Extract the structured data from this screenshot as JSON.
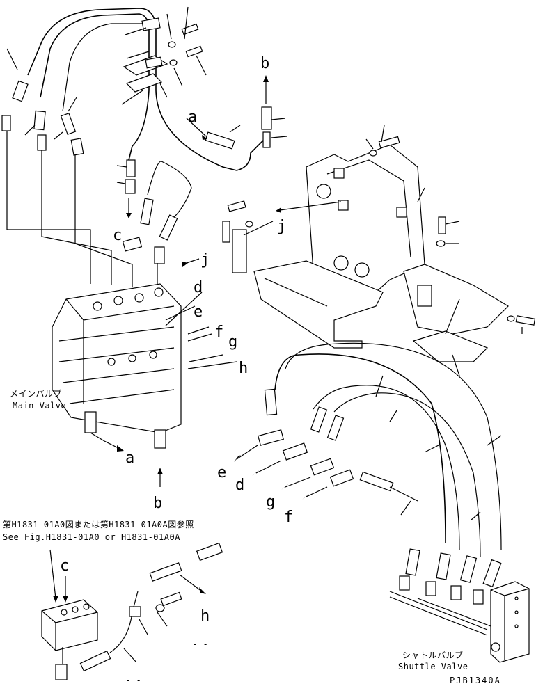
{
  "labels": {
    "a": "a",
    "b": "b",
    "c": "c",
    "d": "d",
    "e": "e",
    "f": "f",
    "g": "g",
    "h": "h",
    "j": "j"
  },
  "main_valve": {
    "jp": "メインバルブ",
    "en": "Main Valve"
  },
  "shuttle_valve": {
    "jp": "シャトルバルブ",
    "en": "Shuttle Valve"
  },
  "reference": {
    "jp": "第H1831-01A0図または第H1831-01A0A図参照",
    "en": "See Fig.H1831-01A0 or H1831-01A0A"
  },
  "dashes": "- -",
  "drawing_code": "PJB1340A"
}
